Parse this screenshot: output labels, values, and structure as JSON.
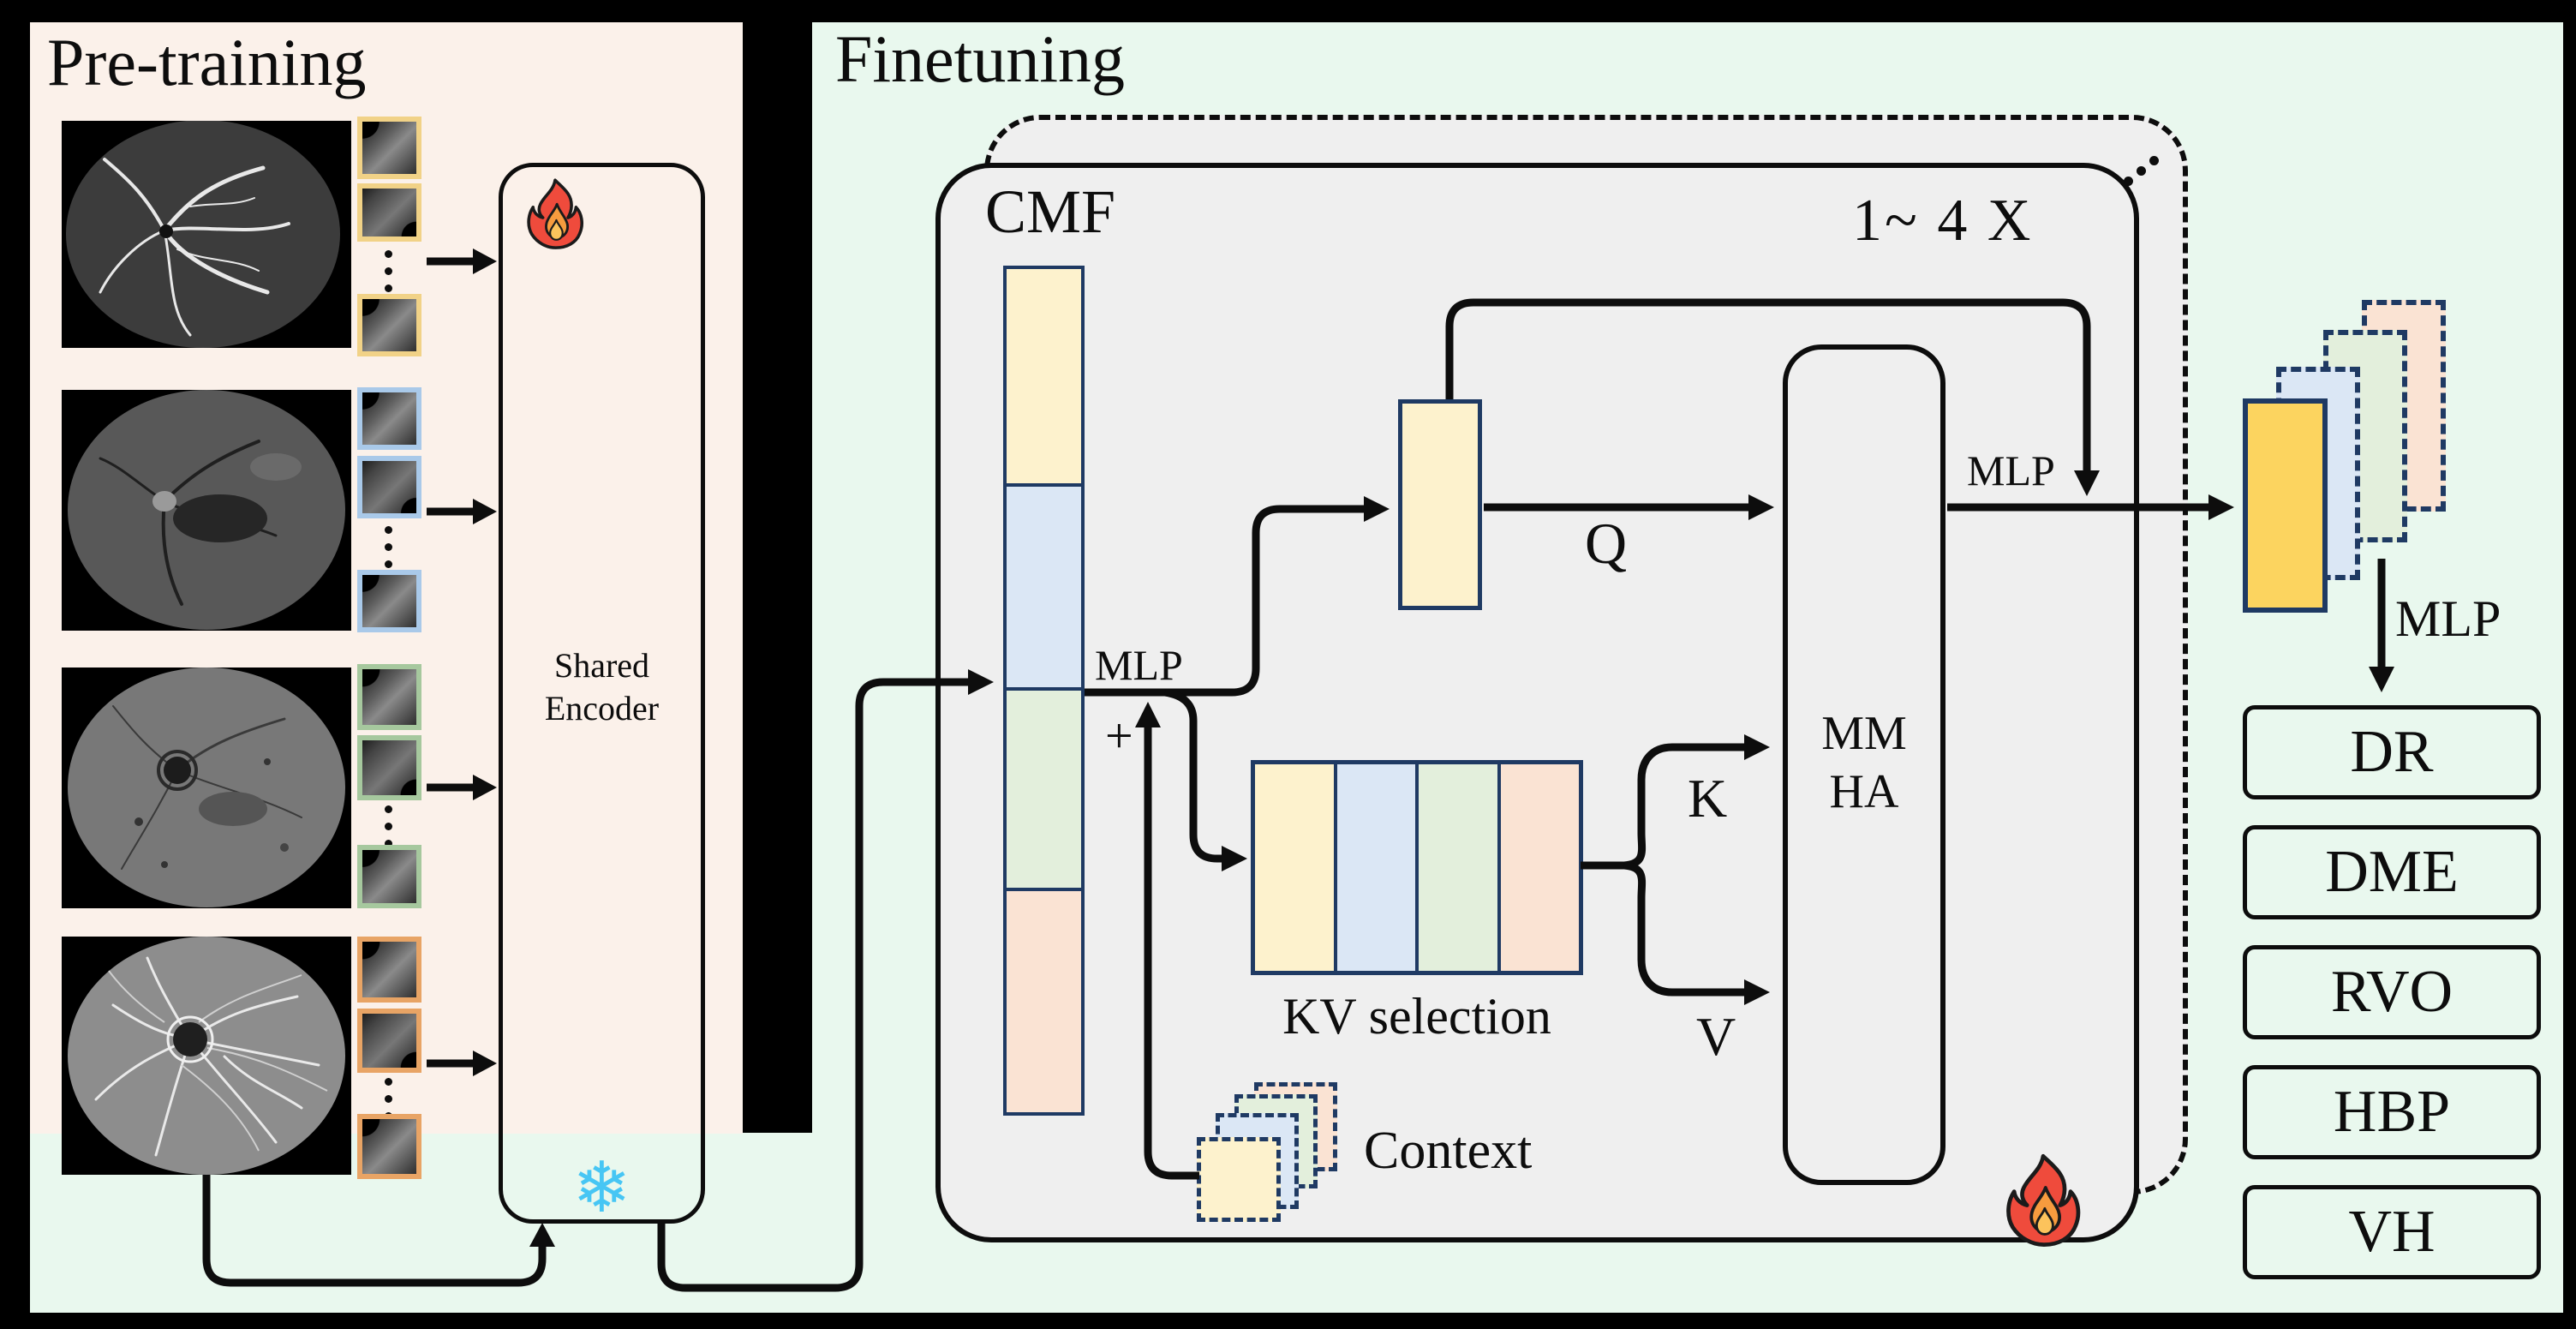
{
  "pretraining": {
    "title": "Pre-training",
    "modalities": [
      {
        "name": "modality-1",
        "patch_border_color": "#f1d287"
      },
      {
        "name": "modality-2",
        "patch_border_color": "#a9c9e9"
      },
      {
        "name": "modality-3",
        "patch_border_color": "#a6c89e"
      },
      {
        "name": "modality-4",
        "patch_border_color": "#e8a465"
      }
    ],
    "encoder": {
      "line1": "Shared",
      "line2": "Encoder",
      "trainable_icon": "fire-icon",
      "frozen_icon": "snowflake-icon"
    }
  },
  "finetuning": {
    "title": "Finetuning",
    "cmf": {
      "title": "CMF",
      "repeat": "1~ 4 X",
      "mlp_in": "MLP",
      "plus": "+",
      "q": "Q",
      "k": "K",
      "v": "V",
      "kv_selection": "KV selection",
      "context": "Context",
      "mmha_line1": "MM",
      "mmha_line2": "HA",
      "mlp_out": "MLP",
      "trainable_icon": "fire-icon"
    },
    "head": {
      "mlp": "MLP",
      "classes": [
        {
          "label": "DR"
        },
        {
          "label": "DME"
        },
        {
          "label": "RVO"
        },
        {
          "label": "HBP"
        },
        {
          "label": "VH"
        }
      ]
    }
  },
  "colors": {
    "background": "#000000",
    "pretraining_panel": "#fbf1ea",
    "finetuning_panel": "#e9f8ee",
    "cmf_box": "#efefef",
    "token_yellow": "#fdf2cd",
    "token_blue": "#dbe7f5",
    "token_green": "#e3efdc",
    "token_peach": "#fae3d3",
    "token_border_navy": "#1f3a63",
    "output_yellow": "#fcd45f",
    "snowflake_blue": "#47c6f4",
    "fire_red": "#ef4b3c",
    "fire_orange": "#f79b3e",
    "fire_yellow": "#fcc35c",
    "line_black": "#0d0d0d"
  }
}
